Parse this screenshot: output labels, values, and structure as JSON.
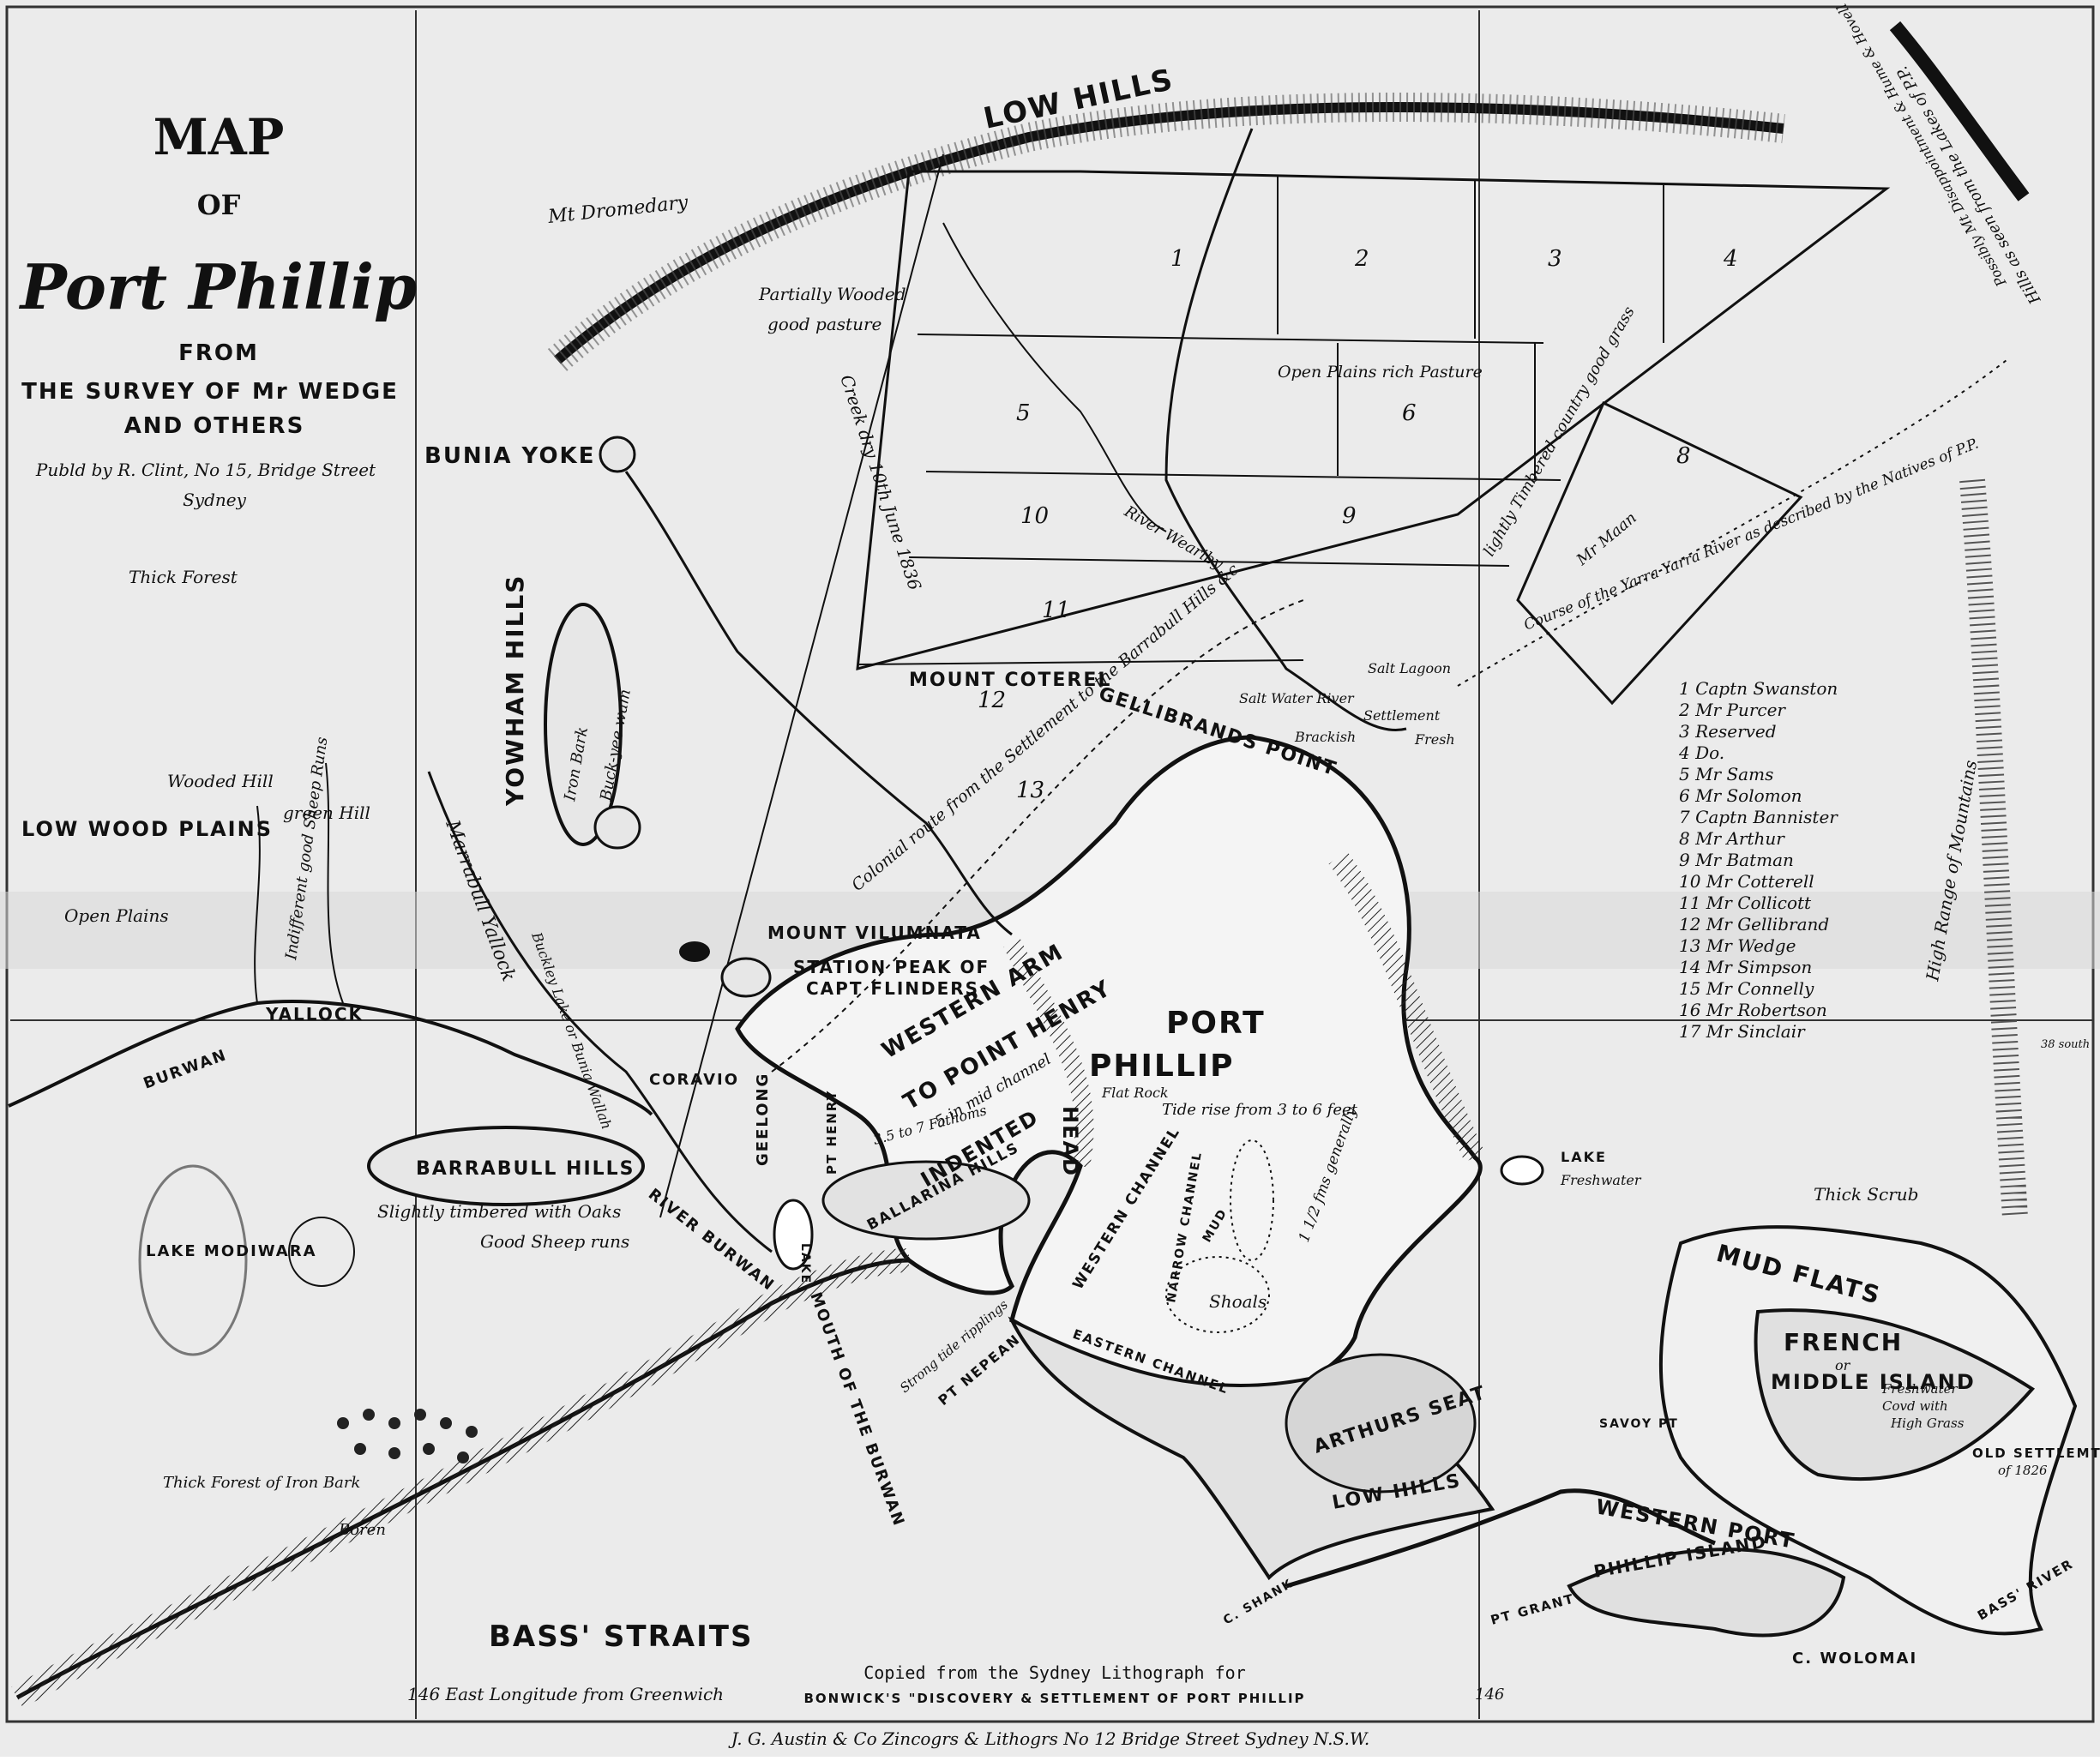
{
  "title": {
    "line1": "MAP",
    "line2": "OF",
    "line3": "Port Phillip",
    "line4": "FROM",
    "line5": "THE SURVEY OF Mr WEDGE",
    "line6": "AND OTHERS",
    "publisher1": "Publd by R. Clint, No 15, Bridge Street",
    "publisher2": "Sydney"
  },
  "labels": {
    "low_hills_top": "LOW HILLS",
    "mt_dromedary": "Mt Dromedary",
    "partially_wooded": "Partially Wooded",
    "good_pasture": "good pasture",
    "bunia_yoke": "BUNIA YOKE",
    "thick_forest": "Thick Forest",
    "yowham_hills": "YOWHAM HILLS",
    "iron_bark": "Iron Bark",
    "buckeyee_wam": "Buck-yee wam",
    "wooded_hill": "Wooded Hill",
    "green_hill": "green Hill",
    "low_wood_plains": "LOW WOOD PLAINS",
    "open_plains_left": "Open Plains",
    "indifferent_sheep": "Indifferent good Sheep Runs",
    "creek_dry": "Creek dry 10th June 1836",
    "mount_coterel": "MOUNT COTEREL",
    "gellibrands_point": "GELLIBRANDS POINT",
    "colonial_route": "Colonial route from the Settlement to the Barrabull Hills &c",
    "river_weariby": "River Weariby",
    "open_plains_rich": "Open Plains rich Pasture",
    "lightly_timbered": "lightly Timbered country good grass",
    "mcmaan": "Mr Maan",
    "yarra_course": "Course of the Yarra Yarra River as described by the Natives of P.P.",
    "hills_seen": "Hills as seen from the Lakes of P.P.",
    "hills_seen2": "Possibly Mt Disappointment & Hume & Hovell",
    "salt_water_river": "Salt Water River",
    "salt_lagoon": "Salt Lagoon",
    "settlement": "Settlement",
    "brackish": "Brackish",
    "fresh": "Fresh",
    "mount_vilumnata": "MOUNT VILUMNATA",
    "station_peak": "STATION PEAK OF",
    "capt_flinders": "CAPT FLINDERS",
    "marrabull_yallock": "Marrabull Yallock",
    "buckley_bunia": "Buckley Lake or Bunia Wallah",
    "yallock": "YALLOCK",
    "burwan": "BURWAN",
    "coravio": "CORAVIO",
    "western_arm": "WESTERN ARM",
    "to_point_henry": "TO POINT HENRY",
    "mid_channel": "5 in mid channel",
    "fathoms": "3.5 to 7 Fathoms",
    "port": "PORT",
    "phillip": "PHILLIP",
    "flat_rock": "Flat Rock",
    "tide_rise": "Tide rise from 3 to 6 feet",
    "geelong": "GEELONG",
    "pt_henry": "PT HENRY",
    "indented_head": "INDENTED",
    "head": "HEAD",
    "ballarina_hills": "BALLARINA HILLS",
    "barrabull_hills": "BARRABULL HILLS",
    "slightly_timbered": "Slightly timbered with Oaks",
    "good_sheep_runs": "Good Sheep runs",
    "river_burwan": "RIVER BURWAN",
    "lake_modiwara": "LAKE MODIWARA",
    "lake_label": "LAKE",
    "mouth_burwan": "MOUTH OF THE BURWAN",
    "western_channel": "WESTERN CHANNEL",
    "narrow_channel": "NARROW CHANNEL",
    "mud": "MUD",
    "shoals": "Shoals",
    "eastern_channel": "EASTERN CHANNEL",
    "fathoms_generally": "1 1/2 fms generally",
    "strong_tide": "Strong tide ripplings",
    "pt_nepean": "PT NEPEAN",
    "lake_freshwater": "LAKE",
    "freshwater": "Freshwater",
    "arthurs_seat": "ARTHURS SEAT",
    "low_hills_bottom": "LOW HILLS",
    "c_shank": "C. SHANK",
    "thick_forest_iron": "Thick Forest of Iron Bark",
    "boreen": "Boren",
    "bass_straits": "BASS' STRAITS",
    "thick_scrub": "Thick Scrub",
    "mud_flats": "MUD FLATS",
    "french": "FRENCH",
    "or": "or",
    "middle_island": "MIDDLE ISLAND",
    "freshwater_island": "Freshwater",
    "covd_with": "Covd with",
    "high_grass": "High Grass",
    "savoy_pt": "SAVOY PT",
    "old_settlement": "OLD SETTLEMT",
    "of_1826": "of 1826",
    "western_port": "WESTERN PORT",
    "phillip_island": "PHILLIP ISLAND",
    "pt_grant": "PT GRANT",
    "c_wolomai": "C. WOLOMAI",
    "bass_river": "BASS' RIVER",
    "high_range": "High Range of Mountains",
    "lat_38": "38 south",
    "long_146a": "146 East Longitude from Greenwich",
    "long_146b": "146",
    "copied_from": "Copied from the Sydney Lithograph for",
    "bonwicks": "BONWICK'S \"DISCOVERY & SETTLEMENT OF PORT PHILLIP",
    "imprint": "J. G. Austin & Co Zincogrs & Lithogrs No 12 Bridge Street Sydney N.S.W."
  },
  "lots": [
    "1",
    "2",
    "3",
    "4",
    "5",
    "6",
    "8",
    "9",
    "10",
    "11",
    "12",
    "13"
  ],
  "legend": [
    "1 Captn Swanston",
    "2 Mr Purcer",
    "3 Reserved",
    "4 Do.",
    "5 Mr Sams",
    "6 Mr Solomon",
    "7 Captn Bannister",
    "8 Mr Arthur",
    "9 Mr Batman",
    "10 Mr Cotterell",
    "11 Mr Collicott",
    "12 Mr Gellibrand",
    "13 Mr Wedge",
    "14 Mr Simpson",
    "15 Mr Connelly",
    "16 Mr Robertson",
    "17 Mr Sinclair"
  ],
  "colors": {
    "paper": "#ebebeb",
    "ink": "#111111"
  }
}
